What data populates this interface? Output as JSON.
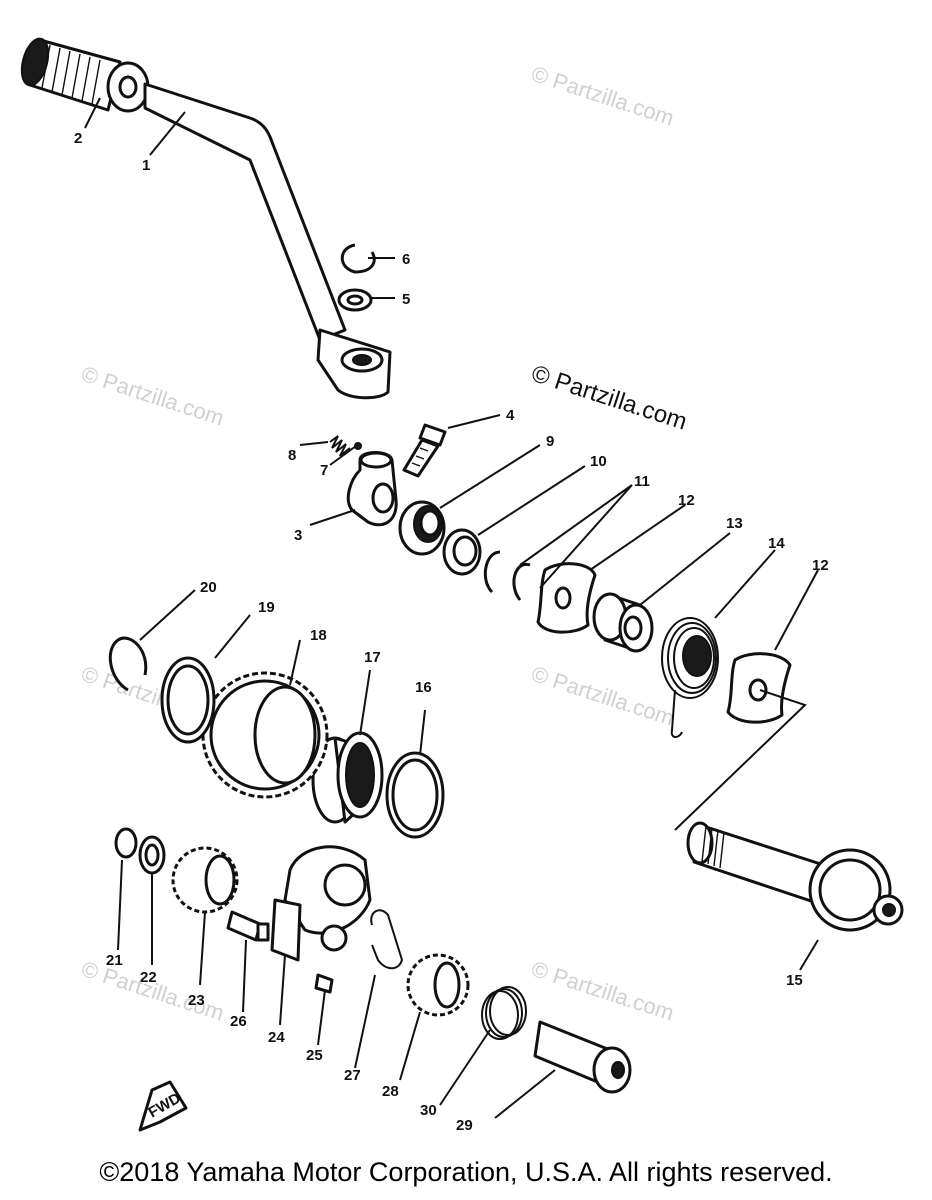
{
  "watermark": {
    "primary": "© Partzilla.com",
    "faint": "© Partzilla.com"
  },
  "fwd_label": "FWD",
  "callouts": [
    "1",
    "2",
    "3",
    "4",
    "5",
    "6",
    "7",
    "8",
    "9",
    "10",
    "11",
    "12",
    "13",
    "14",
    "15",
    "16",
    "17",
    "18",
    "19",
    "20",
    "21",
    "22",
    "23",
    "24",
    "25",
    "26",
    "27",
    "28",
    "29",
    "30"
  ],
  "copyright": "©2018  Yamaha Motor Corporation, U.S.A. All rights reserved."
}
